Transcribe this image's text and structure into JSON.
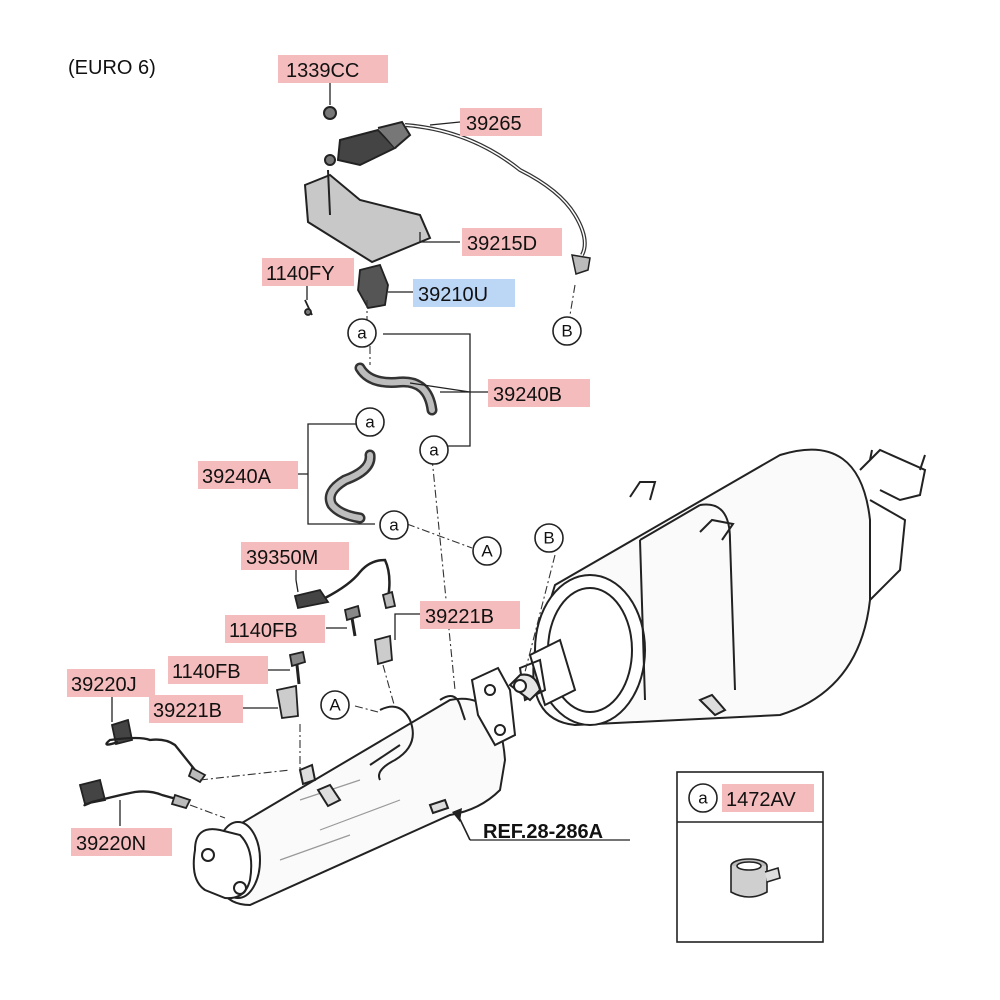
{
  "header": {
    "variant": "(EURO 6)"
  },
  "colors": {
    "label_bg": "#f4bcbc",
    "label_bg_selected": "#bcd6f6",
    "line": "#222222",
    "part_fill": "#d9d9d9",
    "part_dark": "#444444"
  },
  "callouts": {
    "c1339CC": "1339CC",
    "c39265": "39265",
    "c39215D": "39215D",
    "c1140FY": "1140FY",
    "c39210U": "39210U",
    "c39240B": "39240B",
    "c39240A": "39240A",
    "c39350M": "39350M",
    "c39221B_upper": "39221B",
    "c1140FB_upper": "1140FB",
    "c1140FB_lower": "1140FB",
    "c39220J": "39220J",
    "c39221B_lower": "39221B",
    "c39220N": "39220N"
  },
  "markers": {
    "a": "a",
    "A": "A",
    "B": "B"
  },
  "reference": "REF.28-286A",
  "legend": {
    "marker": "a",
    "part": "1472AV"
  }
}
